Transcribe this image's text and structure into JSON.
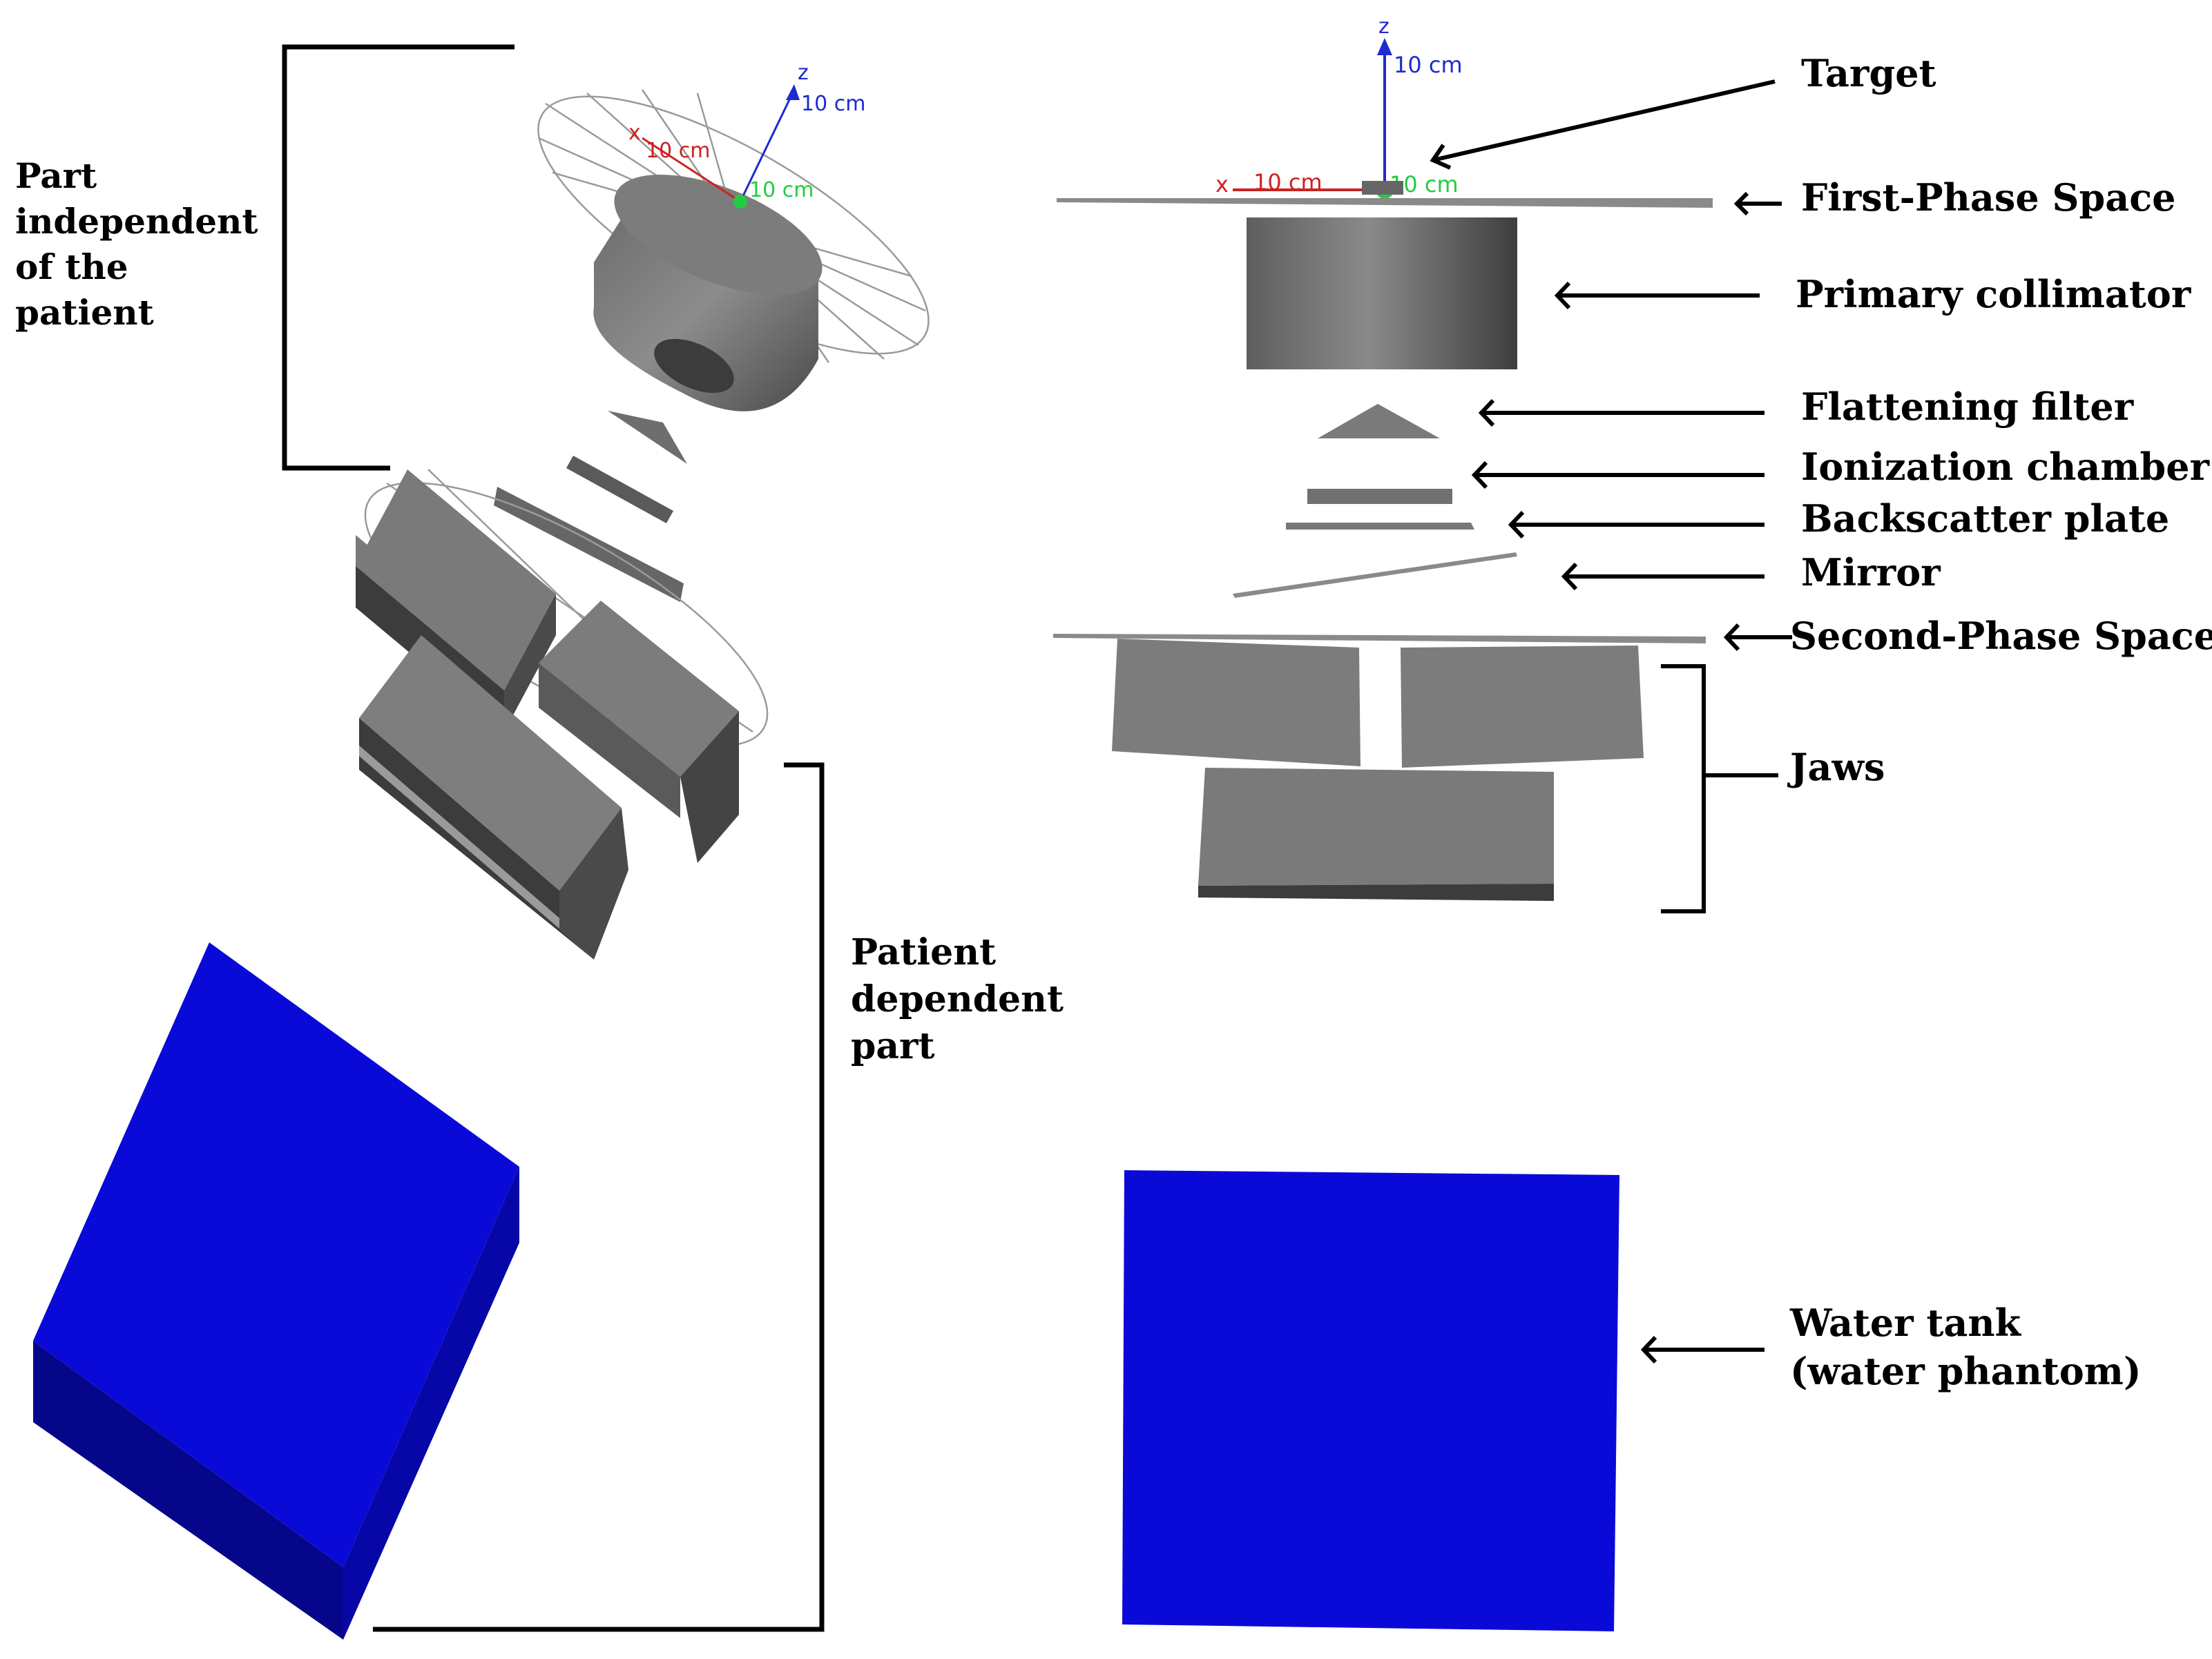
{
  "left_view": {
    "bracket_top_label": [
      "Part",
      "independent",
      "of the",
      "patient"
    ],
    "bracket_bottom_label": [
      "Patient",
      "dependent",
      "part"
    ],
    "axes": {
      "z": "z",
      "z_value": "10 cm",
      "x": "x",
      "x_value": "10 cm",
      "y_value": "10 cm"
    }
  },
  "right_view": {
    "axes": {
      "z": "z",
      "z_value": "10 cm",
      "x": "x",
      "x_value": "10 cm",
      "y_value": "10 cm"
    },
    "labels": {
      "target": "Target",
      "first_phase_space": "First-Phase Space",
      "primary_collimator": "Primary collimator",
      "flattening_filter": "Flattening filter",
      "ionization_chamber": "Ionization chamber",
      "backscatter_plate": "Backscatter plate",
      "mirror": "Mirror",
      "second_phase_space": "Second-Phase Space",
      "jaws": "Jaws",
      "water_tank": [
        "Water tank",
        "(water phantom)"
      ]
    }
  },
  "colors": {
    "component_gray": "#7a7a7a",
    "component_dark": "#3c3c3c",
    "water_blue": "#0a0ad8",
    "water_dark": "#06068a",
    "axis_z": "#1d2bd0",
    "axis_x": "#cc2222",
    "axis_y": "#22cc44"
  }
}
